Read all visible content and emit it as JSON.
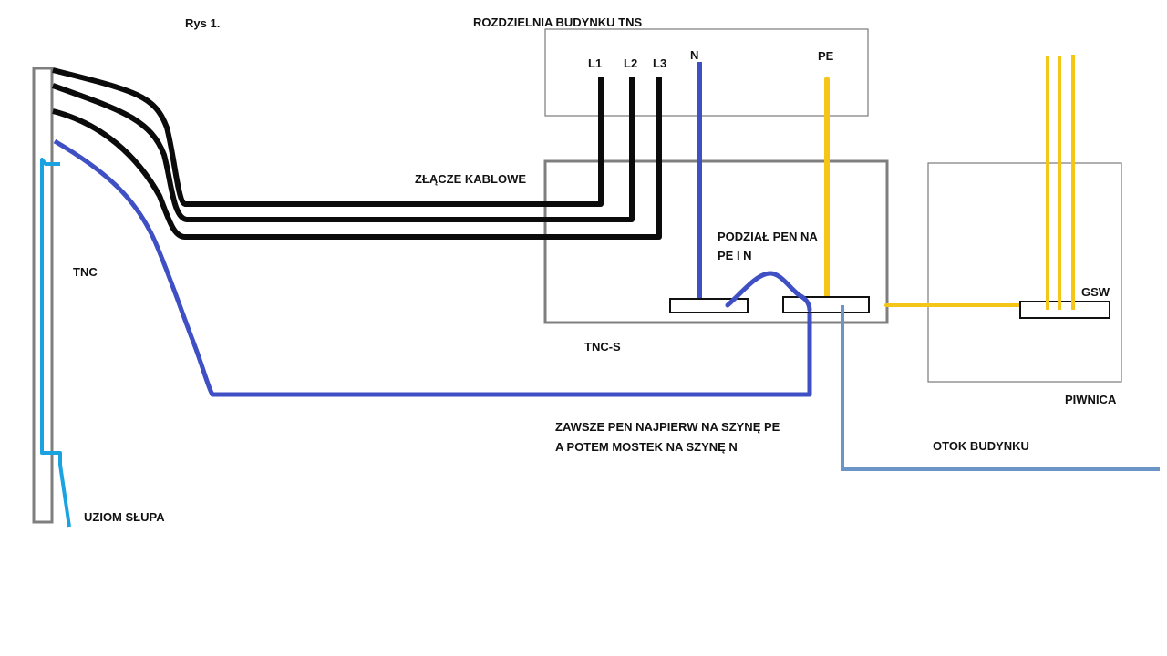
{
  "labels": {
    "figure": "Rys 1.",
    "board_title": "ROZDZIELNIA BUDYNKU TNS",
    "l1": "L1",
    "l2": "L2",
    "l3": "L3",
    "n": "N",
    "pe": "PE",
    "cable_joint": "ZŁĄCZE KABLOWE",
    "pen_split_line1": "PODZIAŁ PEN NA",
    "pen_split_line2": "PE I N",
    "tnc": "TNC",
    "tncs": "TNC-S",
    "gsw": "GSW",
    "basement": "PIWNICA",
    "note_line1": "ZAWSZE PEN NAJPIERW NA SZYNĘ PE",
    "note_line2": "A POTEM MOSTEK NA SZYNĘ N",
    "ring_earth": "OTOK BUDYNKU",
    "pole_earth": "UZIOM SŁUPA"
  },
  "colors": {
    "phase": "#0b0b0b",
    "pen": "#3f4fc4",
    "neutral": "#3f4fc4",
    "pe": "#f5c518",
    "pole_earth": "#1aa3e0",
    "ring_earth": "#6a95c6",
    "frame": "#7f7f7f"
  }
}
